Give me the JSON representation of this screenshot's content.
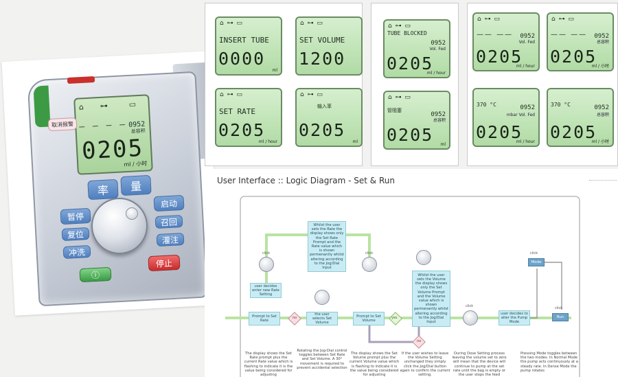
{
  "device": {
    "lcd_header": "— — — —",
    "lcd_small": "0952",
    "lcd_sub": "总容积",
    "lcd_big": "0205",
    "lcd_unit": "ml / 小时",
    "btn_tag": "取消报警",
    "btn_rate": "率",
    "btn_volume": "量",
    "btn_start": "启动",
    "btn_pause": "暂停",
    "btn_recall": "召回",
    "btn_reset": "复位",
    "btn_prime": "灌注",
    "btn_flush": "冲洗",
    "btn_stop": "停止",
    "btn_power": "ⓘ"
  },
  "lcd_screens": [
    {
      "icons": "⌂ ⊶ ▭",
      "label": "INSERT TUBE",
      "big": "0000",
      "unit": "ml"
    },
    {
      "icons": "⌂ ⊶ ▭",
      "label": "SET VOLUME",
      "big": "1200",
      "unit": ""
    },
    {
      "icons": "⌂ ⊶ ▭",
      "label": "SET RATE",
      "big": "0205",
      "unit": "ml / hour"
    },
    {
      "icons": "⌂ ⊶ ▭",
      "label": "输入率",
      "big": "0205",
      "unit": "ml"
    },
    {
      "icons": "⌂ ⊶ ▭",
      "label": "TUBE BLOCKED",
      "small": "0952",
      "sublab": "Vol. Fed",
      "big": "0205",
      "unit": "ml / hour"
    },
    {
      "icons": "⌂ ⊶ ▭",
      "label": "管阻塞",
      "small": "0952",
      "sublab": "总容积",
      "big": "0205",
      "unit": "ml"
    },
    {
      "icons": "⌂ ⊶ ▭",
      "label": "",
      "small": "0952",
      "sublab": "Vol. Fed",
      "big": "0205",
      "unit": "ml / hour"
    },
    {
      "icons": "⌂ ⊶ ▭",
      "label": "",
      "small": "0952",
      "sublab": "总容积",
      "big": "0205",
      "unit": "ml / 小时"
    },
    {
      "icons": "",
      "leftsm": "370 °C",
      "small": "0952",
      "sublab": "mbar  Vol. Fed",
      "big": "0205",
      "unit": "ml / hour"
    },
    {
      "icons": "",
      "leftsm": "370 °C",
      "small": "0952",
      "sublab": "总容积",
      "big": "0205",
      "unit": "ml / 小时"
    }
  ],
  "diagram": {
    "title": "User Interface :: Logic Diagram - Set & Run",
    "box_rate_note": "Whilst the user sets the Rate the display shows only the Set Rate Prompt and the Rate value which is shown permenantly whilst altering according to the Jog/Dial Input",
    "box_volume_note": "Whilst the user sets the Volume the display shows only the Set Volume Prompt and the Volume value which is shown permenantly whilst altering according to the Jog/Dial Input",
    "box_decide_rate": "user decides enter new Rate Setting",
    "box_prompt_rate": "Prompt to Set Rate",
    "box_select_volume": "the user selects Set Volume",
    "box_prompt_volume": "Prompt to Set Volume",
    "box_decide_mode": "user decides to alter the Pump Mode",
    "pill_mode": "Mode",
    "pill_run": "Run",
    "label_click": "click",
    "label_no": "no",
    "label_yes": "yes",
    "note_1": "The display shows the Set Rate prompt plus the current Rate value which is flashing to indicate it is the value being considered for adjusting",
    "note_2": "Rotating the Jog-Dial control toggles between Set Rate and Set Volume. A 30° movement is required to prevent accidental selection",
    "note_3": "The display shows the Set Volume prompt plus the current Volume value which is flashing to indicate it is the value being considered for adjusting",
    "note_4": "If the user wishes to leave the Volume Setting unchanged they simply click the Jog/Dial button again to confirm the current setting.",
    "note_5": "During Dose Setting process leaving the volume set to zero will mean that the device will continue to pump at the set rate until the bag is empty or the user stops the feed",
    "note_6": "Pressing Mode toggles between the two modes. In Normal Mode the pump acts continuously at a steady rate. In Dense Mode the pump rotates"
  }
}
